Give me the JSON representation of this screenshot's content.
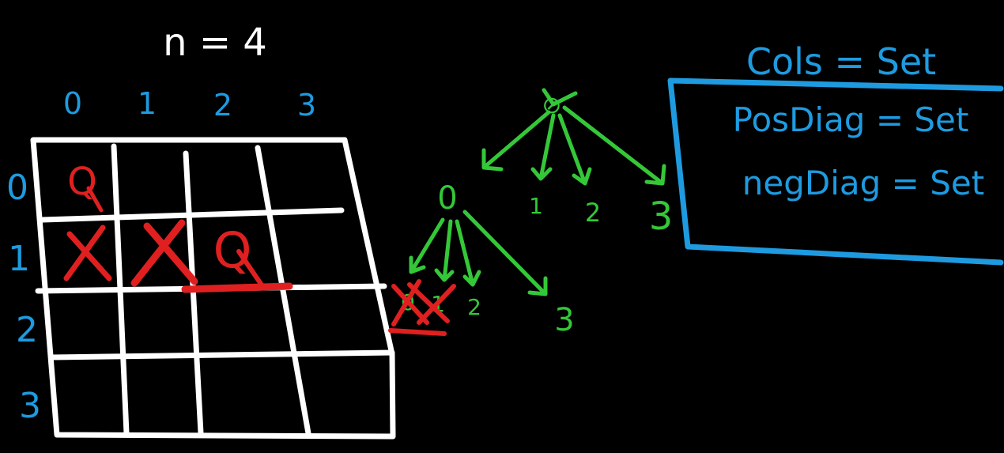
{
  "title": "n = 4",
  "grid": {
    "col_labels": [
      "0",
      "1",
      "2",
      "3"
    ],
    "row_labels": [
      "0",
      "1",
      "2",
      "3"
    ],
    "queen_label": "Q"
  },
  "tree": {
    "root_label": "⊘",
    "level1": [
      "0",
      "1",
      "2",
      "3"
    ],
    "level2": [
      "0",
      "1",
      "2",
      "3"
    ]
  },
  "sets": {
    "cols": "Cols = Set",
    "pos_diag": "PosDiag = Set",
    "neg_diag": "negDiag = Set"
  },
  "colors": {
    "background": "#000000",
    "grid": "#ffffff",
    "labels": "#1e9be0",
    "queen": "#e02020",
    "tree": "#34c838",
    "cross": "#e02020"
  }
}
